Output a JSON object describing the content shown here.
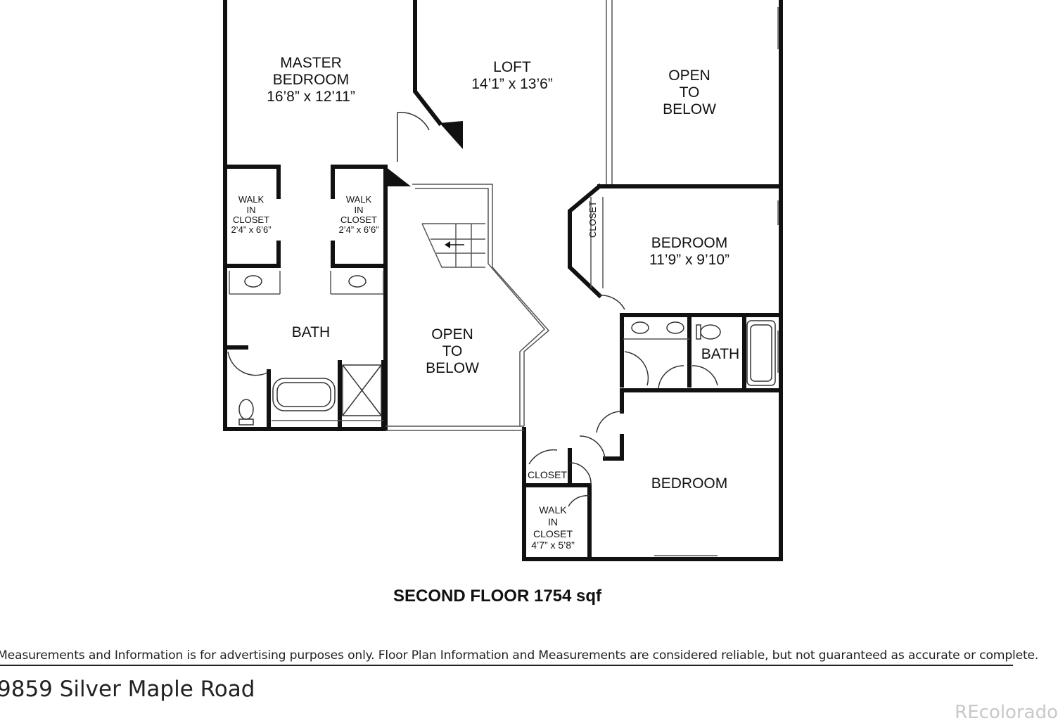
{
  "rooms": {
    "master_bedroom": {
      "line1": "MASTER",
      "line2": "BEDROOM",
      "size": "16’8” x 12’11”"
    },
    "loft": {
      "name": "LOFT",
      "size": "14’1” x 13’6”"
    },
    "open_top": {
      "line1": "OPEN",
      "line2": "TO",
      "line3": "BELOW"
    },
    "open_center": {
      "line1": "OPEN",
      "line2": "TO",
      "line3": "BELOW"
    },
    "bedroom_2": {
      "name": "BEDROOM",
      "size": "11’9” x 9’10”"
    },
    "bedroom_3": {
      "name": "BEDROOM"
    },
    "master_bath": {
      "name": "BATH"
    },
    "hall_bath": {
      "name": "BATH"
    },
    "walk_in_closet_left": {
      "line1": "WALK",
      "line2": "IN",
      "line3": "CLOSET",
      "size": "2’4” x 6’6”"
    },
    "walk_in_closet_right": {
      "line1": "WALK",
      "line2": "IN",
      "line3": "CLOSET",
      "size": "2’4” x 6’6”"
    },
    "walk_in_closet_lower": {
      "line1": "WALK",
      "line2": "IN",
      "line3": "CLOSET",
      "size": "4’7” x 5’8”"
    },
    "bedroom_2_closet": {
      "name": "CLOSET"
    },
    "hall_closet": {
      "name": "CLOSET"
    }
  },
  "floor_title": "SECOND FLOOR 1754 sqf",
  "disclaimer": "Measurements and Information is for advertising purposes only. Floor Plan Information and Measurements are considered reliable, but not guaranteed as accurate or complete.",
  "address": "9859 Silver Maple Road",
  "watermark": "REcolorado",
  "colors": {
    "wall": "#111111",
    "thin_line": "#555555",
    "background": "#ffffff"
  }
}
